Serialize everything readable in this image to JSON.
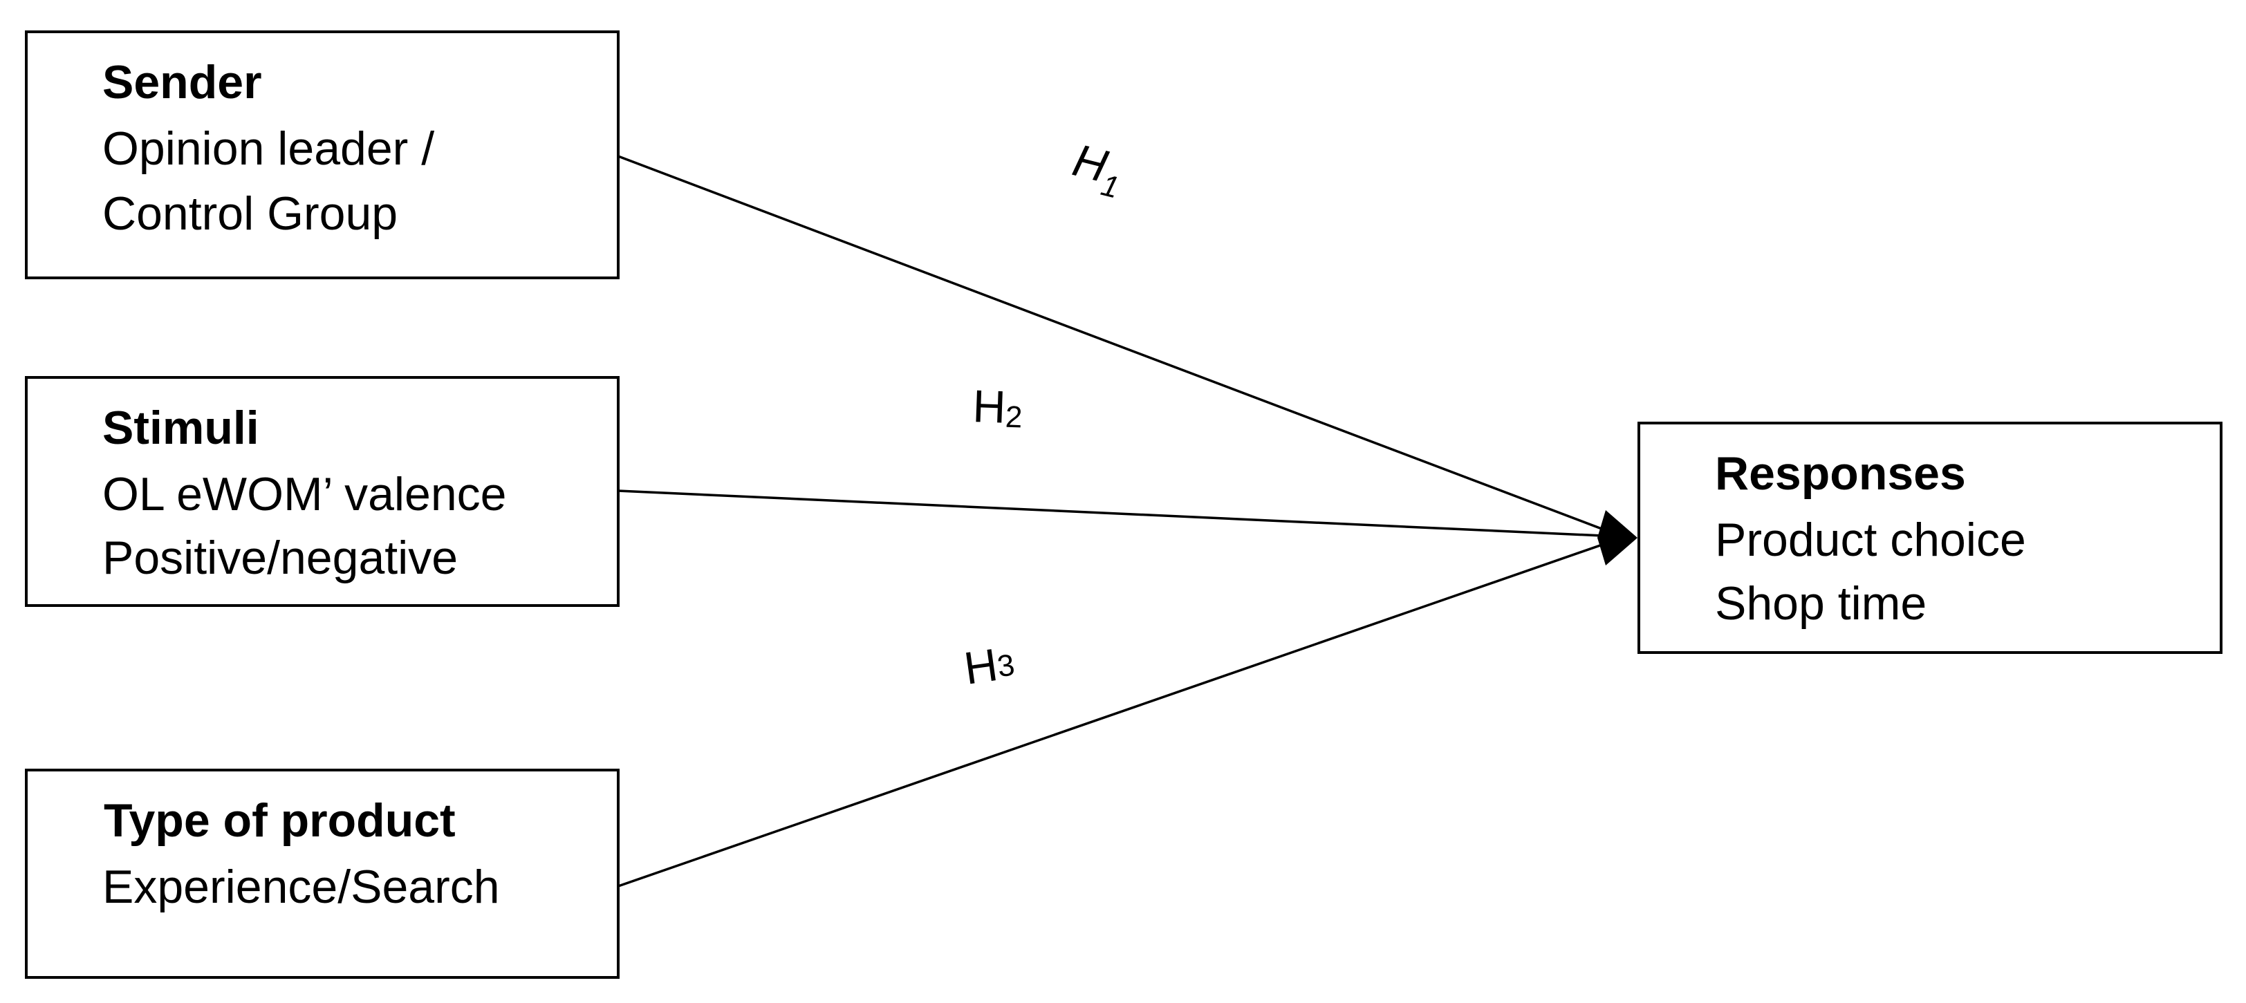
{
  "boxes": {
    "sender": {
      "title": "Sender",
      "lines": [
        "Opinion leader /",
        "Control Group"
      ]
    },
    "stimuli": {
      "title": "Stimuli",
      "lines": [
        "OL eWOM’ valence",
        "Positive/negative"
      ]
    },
    "product_type": {
      "title": "Type of product",
      "lines": [
        "Experience/Search"
      ]
    },
    "responses": {
      "title": "Responses",
      "lines": [
        "Product choice",
        "Shop time"
      ]
    }
  },
  "hypotheses": [
    {
      "letter": "H",
      "sub": "1"
    },
    {
      "letter": "H",
      "sub": "2"
    },
    {
      "letter": "H",
      "sub": "3"
    }
  ]
}
